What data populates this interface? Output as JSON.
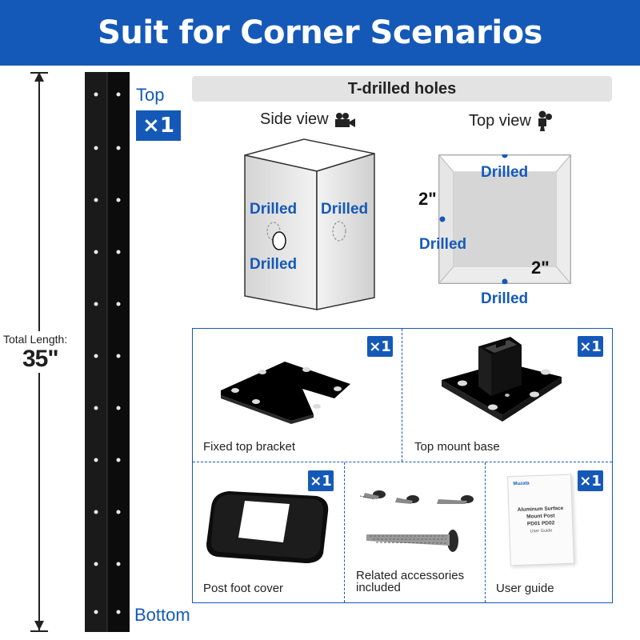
{
  "title": "Suit for Corner Scenarios",
  "post": {
    "top_label": "Top",
    "bottom_label": "Bottom",
    "quantity": "×1",
    "length_label": "Total Length:",
    "length_value": "35\""
  },
  "t_drilled": {
    "heading": "T-drilled holes",
    "side_view_label": "Side view",
    "top_view_label": "Top view",
    "side_view": {
      "drilled_left": "Drilled",
      "drilled_bottom": "Drilled",
      "drilled_right": "Drilled"
    },
    "top_view": {
      "drilled_top": "Drilled",
      "drilled_left": "Drilled",
      "drilled_bottom": "Drilled",
      "dim_left": "2\"",
      "dim_right": "2\""
    }
  },
  "accessories": [
    {
      "label": "Fixed top bracket",
      "quantity": "×1"
    },
    {
      "label": "Top mount base",
      "quantity": "×1"
    },
    {
      "label": "Post foot cover",
      "quantity": "×1"
    },
    {
      "label": "Related accessories included",
      "line1": "Related accessories",
      "line2": "included"
    },
    {
      "label": "User guide",
      "quantity": "×1"
    }
  ],
  "user_guide": {
    "brand": "Muzata",
    "title_line1": "Aluminum Surface",
    "title_line2": "Mount Post",
    "title_line3": "PD01 PD02",
    "subtitle": "User Guide"
  },
  "colors": {
    "brand_blue": "#1559b8",
    "post_black": "#111111",
    "panel_gray": "#e3e3e3"
  },
  "icons": {
    "side_view": "video-camera-icon",
    "top_view": "overhead-camera-icon"
  }
}
